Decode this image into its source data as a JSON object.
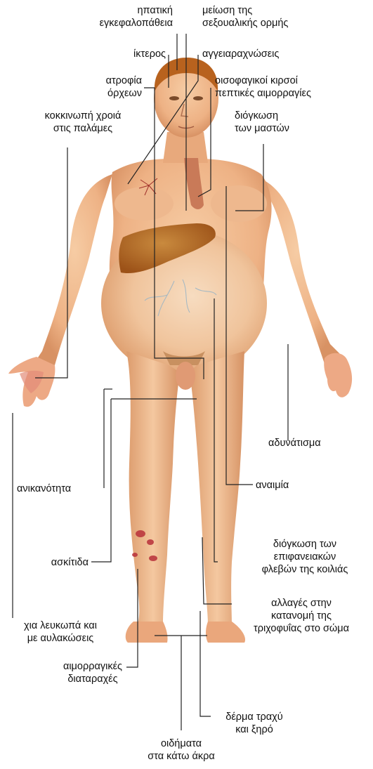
{
  "labels": {
    "hepatic_encephalopathy": [
      "ηπατική",
      "εγκεφαλοπάθεια"
    ],
    "reduced_libido": [
      "μείωση της",
      "σεξουαλικής ορμής"
    ],
    "jaundice": [
      "ίκτερος"
    ],
    "spider_angiomas": [
      "αγγειαραχνώσεις"
    ],
    "testicular_atrophy": [
      "ατροφία",
      "όρχεων"
    ],
    "esophageal_varices": [
      "οισοφαγικοί κιρσοί",
      "πεπτικές αιμορραγίες"
    ],
    "palmar_erythema": [
      "κοκκινωπή χροιά",
      "στις παλάμες"
    ],
    "gynecomastia": [
      "διόγκωση",
      "των μαστών"
    ],
    "weakness": [
      "αδυνάτισμα"
    ],
    "impotence": [
      "ανικανότητα"
    ],
    "anemia": [
      "αναιμία"
    ],
    "ascites": [
      "ασκίτιδα"
    ],
    "abdominal_veins": [
      "διόγκωση των",
      "επιφανειακών",
      "φλεβών της κοιλιάς"
    ],
    "nails": [
      "χια λευκωπά και",
      "με αυλακώσεις"
    ],
    "hair_distribution": [
      "αλλαγές στην",
      "κατανομή της",
      "τριχοφυΐας στο σώμα"
    ],
    "bleeding_disorders": [
      "αιμορραγικές",
      "διαταραχές"
    ],
    "rough_skin": [
      "δέρμα τραχύ",
      "και ξηρό"
    ],
    "edema": [
      "οιδήματα",
      "στα κάτω άκρα"
    ]
  },
  "colors": {
    "skin": "#f0b98e",
    "skin_shadow": "#d99468",
    "hair": "#b8621e",
    "liver": "#b5651d",
    "bruise": "#b8303a",
    "line": "#222222"
  }
}
